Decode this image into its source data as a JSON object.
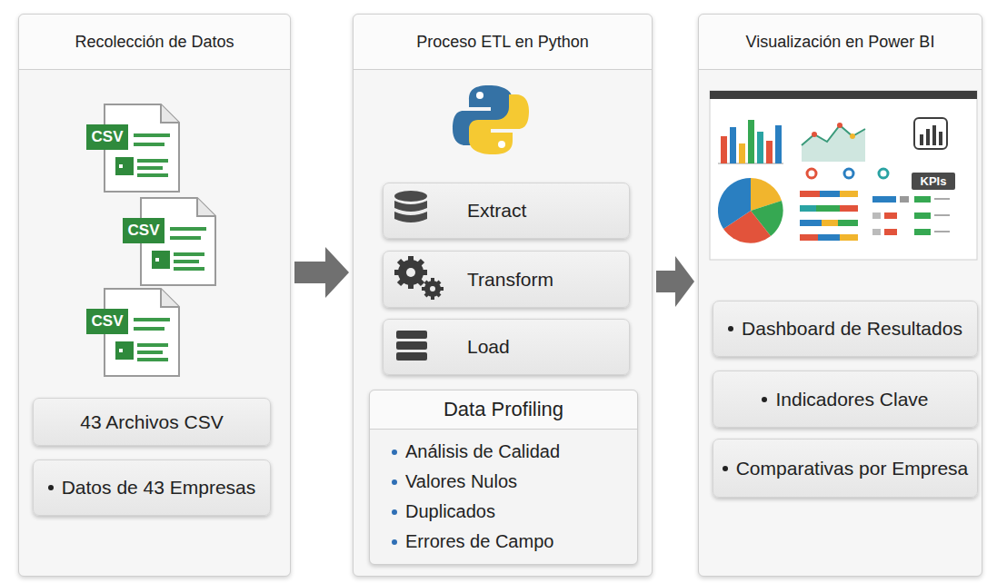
{
  "diagram": {
    "nodes": [
      {
        "text": [
          "Recolección de Datos"
        ]
      },
      {
        "text": [
          "43 Archivos CSV"
        ],
        "in": 0
      },
      {
        "text": [
          "Datos de 43 Empresas"
        ],
        "in": 0
      },
      {
        "text": [
          "Proceso ETL en Python"
        ]
      },
      {
        "text": [
          "Extract"
        ],
        "in": 3
      },
      {
        "text": [
          "Transform"
        ],
        "in": 3
      },
      {
        "text": [
          "Load"
        ],
        "in": 3
      },
      {
        "text": [
          "Data Profiling",
          "Análisis de Calidad",
          "Valores Nulos",
          "Duplicados",
          "Errores de Campo"
        ],
        "in": 3
      },
      {
        "text": [
          "Visualización en Power BI"
        ]
      },
      {
        "text": [
          "Dashboard de Resultados"
        ],
        "in": 8
      },
      {
        "text": [
          "Indicadores Clave"
        ],
        "in": 8
      },
      {
        "text": [
          "Comparativas por Empresa"
        ],
        "in": 8
      }
    ],
    "edges": [
      {
        "from": 0,
        "to": 3,
        "arrow": "to"
      },
      {
        "from": 3,
        "to": 8,
        "arrow": "to"
      }
    ],
    "labels": [
      "CSV",
      "CSV",
      "CSV",
      "KPIs"
    ]
  }
}
